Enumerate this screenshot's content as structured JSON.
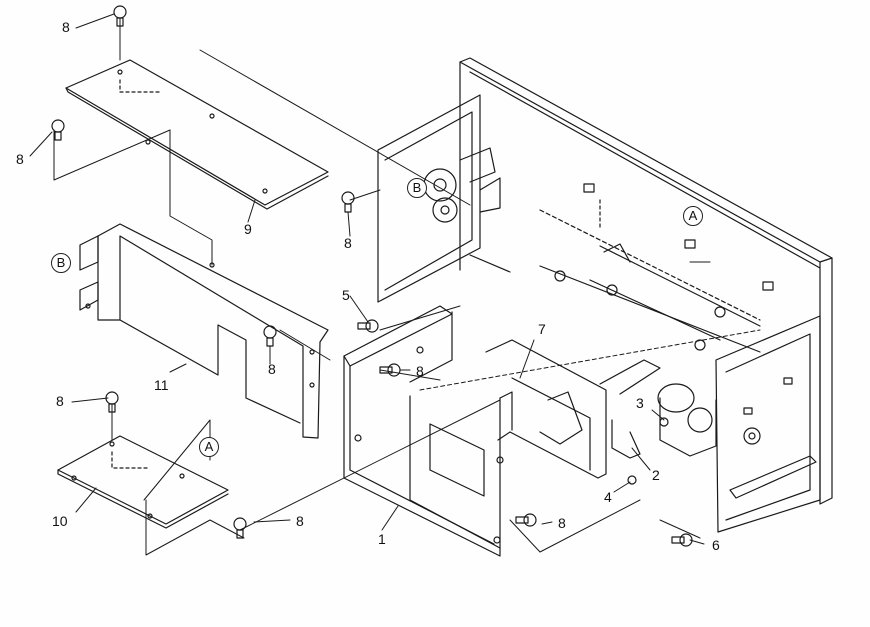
{
  "callouts": {
    "c1": "1",
    "c2": "2",
    "c3": "3",
    "c4": "4",
    "c5": "5",
    "c6": "6",
    "c7": "7",
    "c9": "9",
    "c10": "10",
    "c11": "11",
    "screw_8": "8"
  },
  "reference_marks": {
    "a": "A",
    "b": "B"
  },
  "colors": {
    "line": "#1a1a1a",
    "background": "#fefefe"
  }
}
